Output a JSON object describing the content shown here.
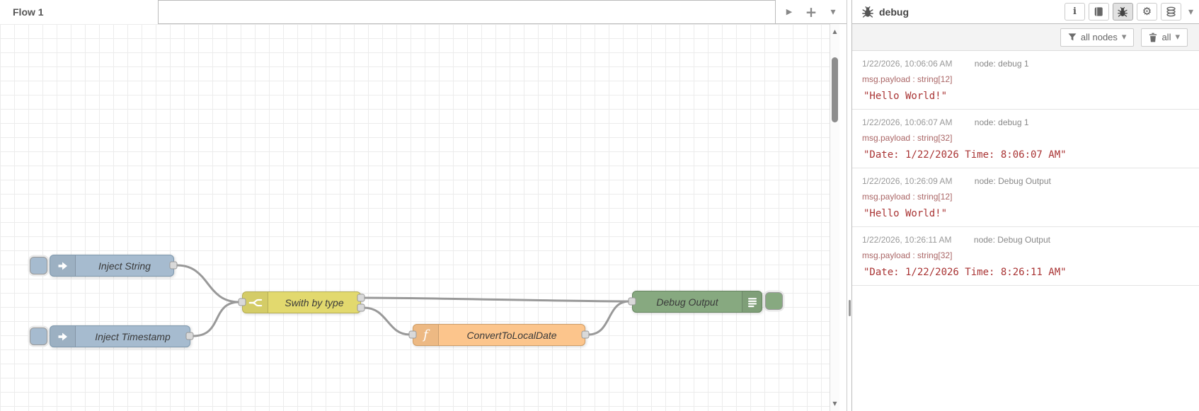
{
  "workspace": {
    "tab_label": "Flow 1",
    "icons": {
      "scroll_right": "▶",
      "add_flow": "+",
      "flow_menu": "▾"
    }
  },
  "canvas": {
    "nodes": [
      {
        "label": "Inject String",
        "type": "inject",
        "color": "#a6bbcf"
      },
      {
        "label": "Inject Timestamp",
        "type": "inject",
        "color": "#a6bbcf"
      },
      {
        "label": "Swith by type",
        "type": "switch",
        "color": "#e2d96e"
      },
      {
        "label": "ConvertToLocalDate",
        "type": "function",
        "color": "#fcc58c"
      },
      {
        "label": "Debug Output",
        "type": "debug",
        "color": "#87a980"
      }
    ],
    "wire_color": "#999999"
  },
  "sidebar": {
    "title": "debug",
    "tools": {
      "info_glyph": "i",
      "gear_glyph": "⚙",
      "dropdown_caret": "▾"
    },
    "filter_button": {
      "label": "all nodes",
      "caret": "▾"
    },
    "clear_button": {
      "label": "all",
      "caret": "▾"
    },
    "messages": [
      {
        "timestamp": "1/22/2026, 10:06:06 AM",
        "node": "node: debug 1",
        "property": "msg.payload : string[12]",
        "value": "\"Hello World!\""
      },
      {
        "timestamp": "1/22/2026, 10:06:07 AM",
        "node": "node: debug 1",
        "property": "msg.payload : string[32]",
        "value": "\"Date: 1/22/2026 Time: 8:06:07 AM\""
      },
      {
        "timestamp": "1/22/2026, 10:26:09 AM",
        "node": "node: Debug Output",
        "property": "msg.payload : string[12]",
        "value": "\"Hello World!\""
      },
      {
        "timestamp": "1/22/2026, 10:26:11 AM",
        "node": "node: Debug Output",
        "property": "msg.payload : string[32]",
        "value": "\"Date: 1/22/2026 Time: 8:26:11 AM\""
      }
    ]
  },
  "colors": {
    "meta_text": "#999999",
    "property_text": "#aa6666",
    "value_text": "#a93434"
  }
}
